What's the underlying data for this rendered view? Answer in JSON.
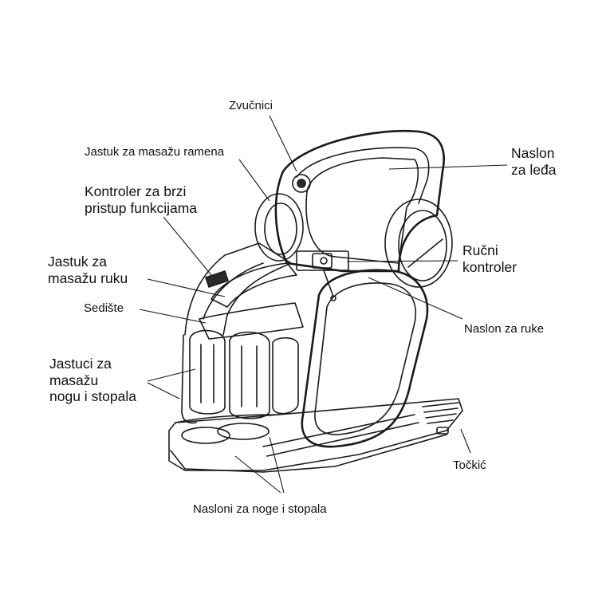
{
  "labels": {
    "speakers": "Zvučnici",
    "shoulder_pad": "Jastuk za masažu ramena",
    "quick_controller_line1": "Kontroler za brzi",
    "quick_controller_line2": "pristup funkcijama",
    "backrest_line1": "Naslon",
    "backrest_line2": "za leđa",
    "arm_pad_line1": "Jastuk za",
    "arm_pad_line2": "masažu ruku",
    "hand_controller_line1": "Ručni",
    "hand_controller_line2": "kontroler",
    "seat": "Sedište",
    "armrest": "Naslon za ruke",
    "leg_pads_line1": "Jastuci za",
    "leg_pads_line2": "masažu",
    "leg_pads_line3": "nogu i stopala",
    "wheel": "Točkić",
    "footrests": "Nasloni za noge i stopala"
  },
  "colors": {
    "line": "#1a1a1a",
    "background": "#ffffff",
    "text": "#111111"
  }
}
